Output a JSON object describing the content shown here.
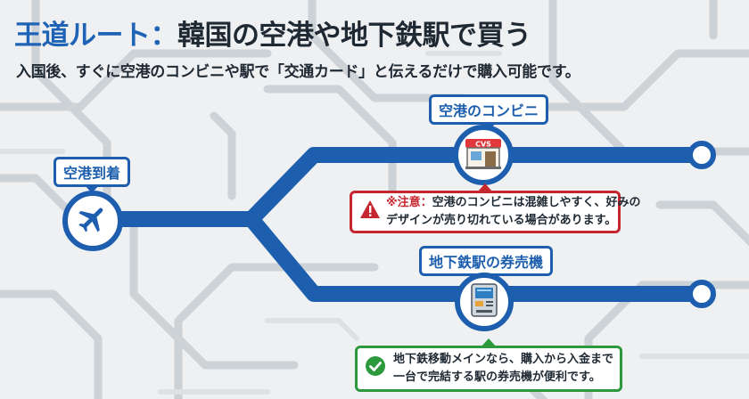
{
  "header": {
    "title_accent": "王道ルート：",
    "title_main": "韓国の空港や地下鉄駅で買う",
    "subtitle": "入国後、すぐに空港のコンビニや駅で「交通カード」と伝えるだけで購入可能です。"
  },
  "diagram": {
    "start": {
      "label": "空港到着",
      "icon": "airplane-icon"
    },
    "branch_top": {
      "label": "空港のコンビニ",
      "icon": "convenience-store-icon",
      "store_sign": "CVS",
      "note": {
        "prefix": "※注意：",
        "line1_rest": "空港のコンビニは混雑しやすく、好みの",
        "line2": "デザインが売り切れている場合があります。",
        "icon": "warning-icon"
      }
    },
    "branch_bottom": {
      "label": "地下鉄駅の券売機",
      "icon": "ticket-machine-icon",
      "note": {
        "line1": "地下鉄移動メインなら、購入から入金まで",
        "line2": "一台で完結する駅の券売機が便利です。",
        "icon": "check-icon"
      }
    }
  },
  "colors": {
    "route": "#1d5fae",
    "accent": "#1e63b5",
    "warning": "#c6262e",
    "ok": "#2c9a3c",
    "background_lines": "#cfd4d9"
  }
}
